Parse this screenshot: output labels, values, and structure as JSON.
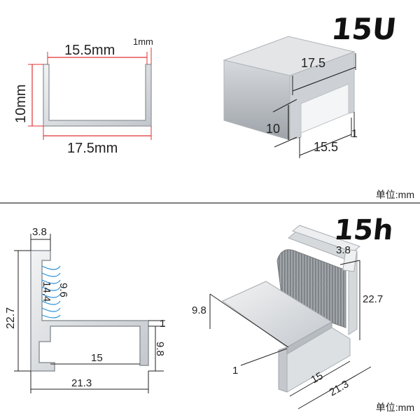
{
  "top_section": {
    "title": "15U",
    "profile": {
      "inner_width": "15.5mm",
      "wall": "1mm",
      "height": "10mm",
      "outer_width": "17.5mm"
    },
    "iso": {
      "outer_width": "17.5",
      "height": "10",
      "inner_width": "15.5",
      "wall": "1"
    },
    "unit": "单位:mm"
  },
  "bottom_section": {
    "title": "15h",
    "profile": {
      "top_width": "3.8",
      "height": "22.7",
      "brush_height": "9.6",
      "brush_outer": "14.4",
      "wall": "1",
      "foot_height": "9.8",
      "foot_inner": "15",
      "total_width": "21.3"
    },
    "iso": {
      "top_width": "3.8",
      "height": "22.7",
      "foot_height": "9.8",
      "wall": "1",
      "foot_inner": "15",
      "total_width": "21.3"
    },
    "unit": "单位:mm"
  },
  "colors": {
    "dim_red": "#e03030",
    "line": "#222222",
    "aluminum_light": "#e6e8ea",
    "aluminum_mid": "#c9cdd1",
    "aluminum_dark": "#a9aeb4",
    "brush_blue": "#2a8fd8"
  }
}
